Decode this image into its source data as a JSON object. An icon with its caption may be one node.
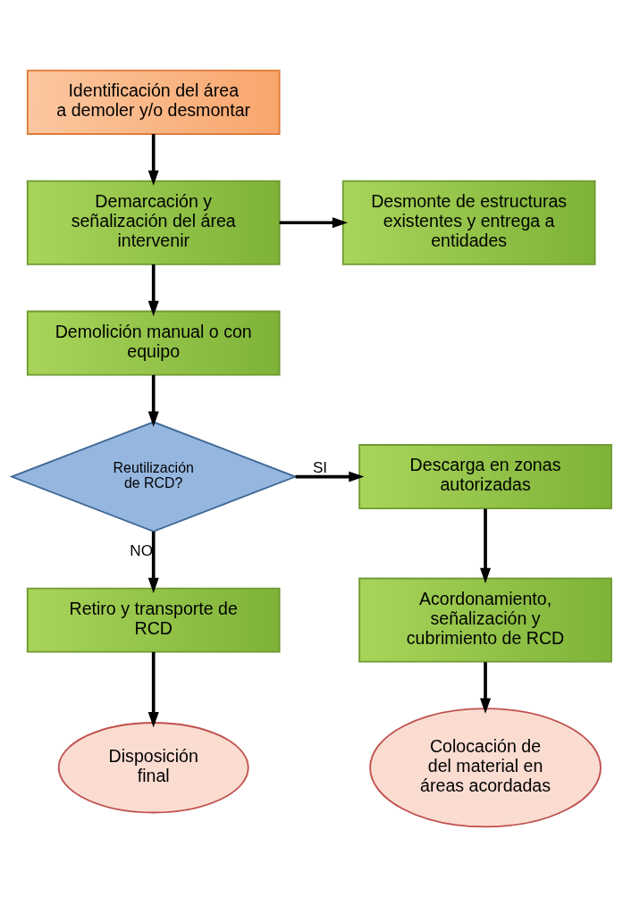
{
  "diagram": {
    "nodes": [
      {
        "text": [
          "Identificación del área a demoler y/o desmontar"
        ]
      },
      {
        "text": [
          "Demarcación y señalización del área intervenir"
        ]
      },
      {
        "text": [
          "Desmonte de estructuras existentes y entrega a entidades"
        ]
      },
      {
        "text": [
          "Demolición manual o con equipo"
        ]
      },
      {
        "text": [
          "Reutilización de RCD?"
        ]
      },
      {
        "text": [
          "Descarga en zonas autorizadas"
        ]
      },
      {
        "text": [
          "Retiro y transporte de RCD"
        ]
      },
      {
        "text": [
          "Acordonamiento, señalización y cubrimiento de RCD"
        ]
      },
      {
        "text": [
          "Disposición final"
        ]
      },
      {
        "text": [
          "Colocación de del material en áreas acordadas"
        ]
      }
    ],
    "edges": [
      {
        "from": 0,
        "to": 1,
        "arrow": "to"
      },
      {
        "from": 1,
        "to": 2,
        "arrow": "to"
      },
      {
        "from": 1,
        "to": 3,
        "arrow": "to"
      },
      {
        "from": 3,
        "to": 4,
        "arrow": "to"
      },
      {
        "from": 4,
        "to": 5,
        "arrow": "to",
        "label": "SI"
      },
      {
        "from": 4,
        "to": 6,
        "arrow": "to",
        "label": "NO"
      },
      {
        "from": 5,
        "to": 7,
        "arrow": "to"
      },
      {
        "from": 6,
        "to": 8,
        "arrow": "to"
      },
      {
        "from": 7,
        "to": 9,
        "arrow": "to"
      }
    ]
  }
}
